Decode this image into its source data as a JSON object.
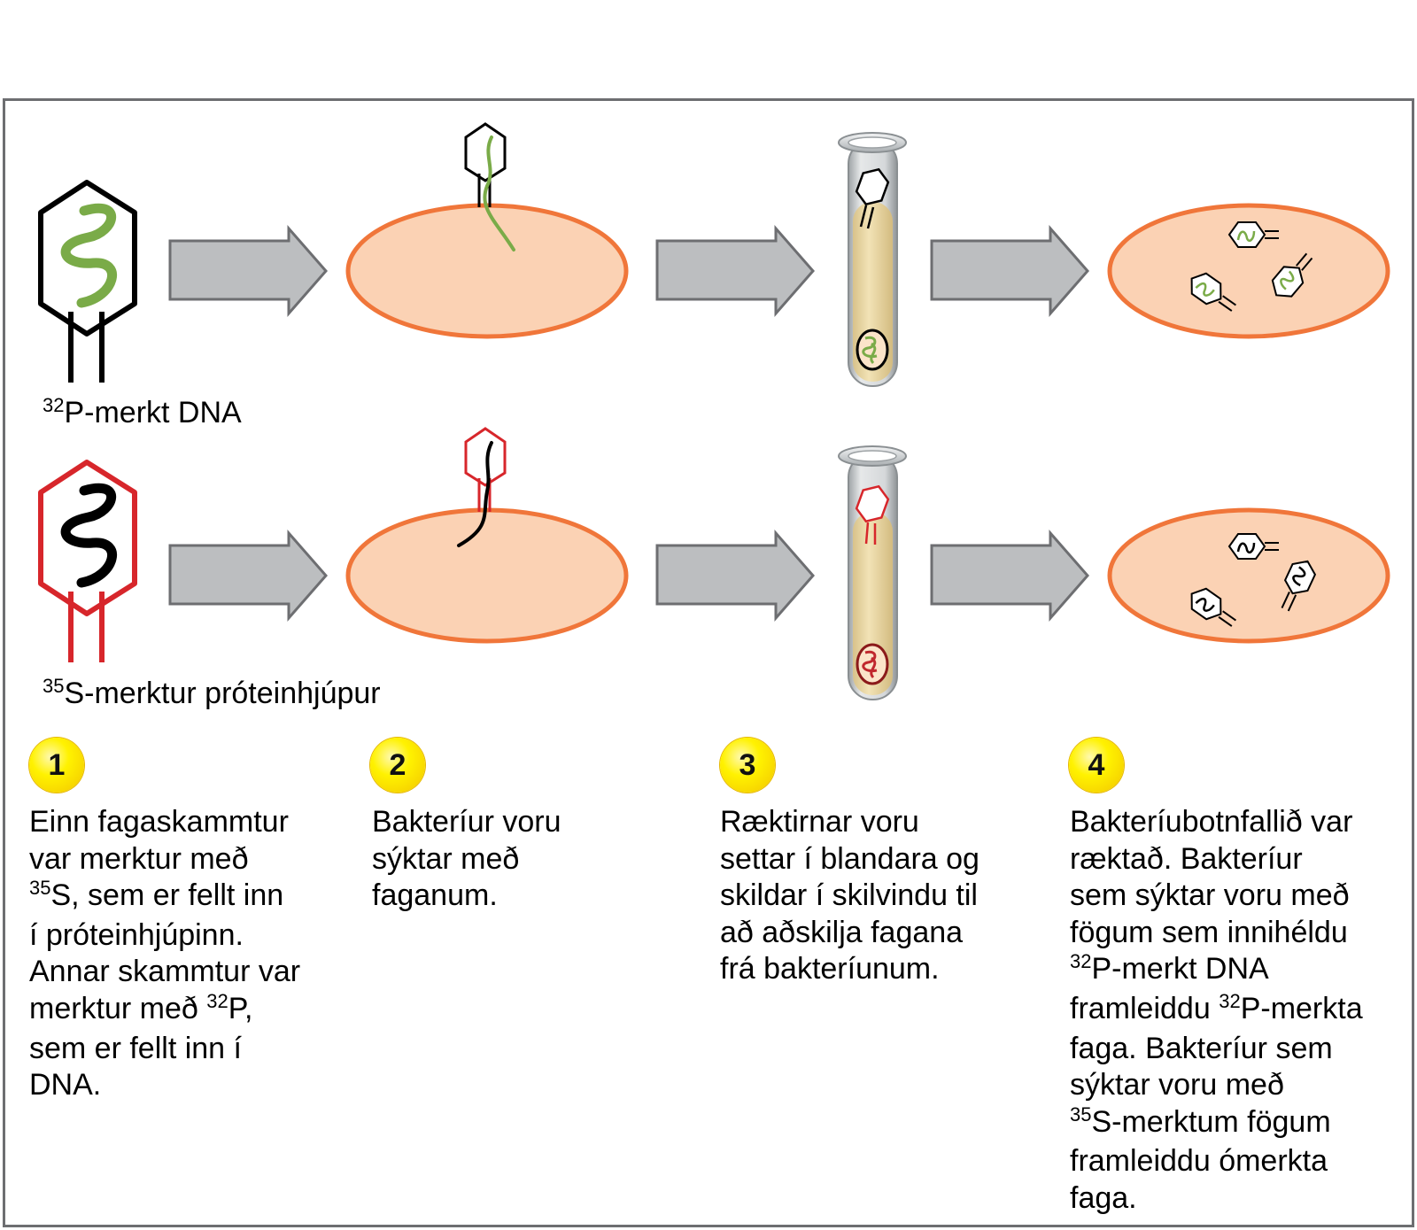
{
  "labels": {
    "p32": {
      "sup": "32",
      "text": "P-merkt DNA"
    },
    "s35": {
      "sup": "35",
      "text": "S-merktur próteinhjúpur"
    }
  },
  "steps": [
    {
      "num": "1",
      "lines": [
        {
          "text": "Einn fagaskammtur"
        },
        {
          "text": "var merktur með"
        },
        {
          "sup": "35",
          "text": "S, sem er fellt inn"
        },
        {
          "text": "í próteinhjúpinn."
        },
        {
          "text": "Annar skammtur var"
        },
        {
          "text": "merktur með ",
          "sup": "32",
          "after": "P,"
        },
        {
          "text": "sem er fellt inn í"
        },
        {
          "text": "DNA."
        }
      ]
    },
    {
      "num": "2",
      "lines": [
        {
          "text": "Bakteríur voru"
        },
        {
          "text": "sýktar með"
        },
        {
          "text": "faganum."
        }
      ]
    },
    {
      "num": "3",
      "lines": [
        {
          "text": "Ræktirnar voru"
        },
        {
          "text": "settar í blandara og"
        },
        {
          "text": "skildar í skilvindu til"
        },
        {
          "text": "að aðskilja fagana"
        },
        {
          "text": "frá bakteríunum."
        }
      ]
    },
    {
      "num": "4",
      "lines": [
        {
          "text": "Bakteríubotnfallið var"
        },
        {
          "text": "ræktað. Bakteríur"
        },
        {
          "text": "sem sýktar voru með"
        },
        {
          "text": "fögum sem innihéldu"
        },
        {
          "sup": "32",
          "text": "P-merkt DNA"
        },
        {
          "text": "framleiddu ",
          "sup": "32",
          "after": "P-merkta"
        },
        {
          "text": "faga. Bakteríur sem"
        },
        {
          "text": "sýktar voru með"
        },
        {
          "sup": "35",
          "text": "S-merktum fögum"
        },
        {
          "text": "framleiddu ómerkta"
        },
        {
          "text": "faga."
        }
      ]
    }
  ],
  "colors": {
    "dna_green": "#7aab48",
    "protein_red": "#d7262b",
    "bacterium_fill": "#fbd2b4",
    "bacterium_stroke": "#f0763a",
    "arrow_fill": "#bcbec0",
    "arrow_stroke": "#6d6e71",
    "badge_yellow": "#fff200"
  }
}
